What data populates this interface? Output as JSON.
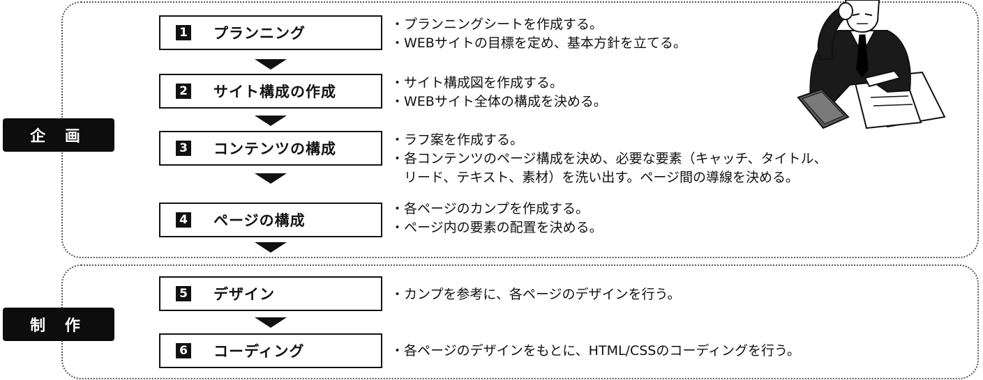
{
  "phases": [
    {
      "label": "企 画"
    },
    {
      "label": "制 作"
    }
  ],
  "steps": [
    {
      "number": "1",
      "title": "プランニング",
      "lines": [
        "・プランニングシートを作成する。",
        "・WEBサイトの目標を定め、基本方針を立てる。"
      ]
    },
    {
      "number": "2",
      "title": "サイト構成の作成",
      "lines": [
        "・サイト構成図を作成する。",
        "・WEBサイト全体の構成を決める。"
      ]
    },
    {
      "number": "3",
      "title": "コンテンツの構成",
      "lines": [
        "・ラフ案を作成する。",
        "・各コンテンツのページ構成を決め、必要な要素（キャッチ、タイトル、",
        "　リード、テキスト、素材）を洗い出す。ページ間の導線を決める。"
      ]
    },
    {
      "number": "4",
      "title": "ページの構成",
      "lines": [
        "・各ページのカンプを作成する。",
        "・ページ内の要素の配置を決める。"
      ]
    },
    {
      "number": "5",
      "title": "デザイン",
      "lines": [
        "・カンプを参考に、各ページのデザインを行う。"
      ]
    },
    {
      "number": "6",
      "title": "コーディング",
      "lines": [
        "・各ページのデザインをもとに、HTML/CSSのコーディングを行う。"
      ]
    }
  ],
  "illustration": {
    "icon": "businessman-thinking-icon"
  }
}
